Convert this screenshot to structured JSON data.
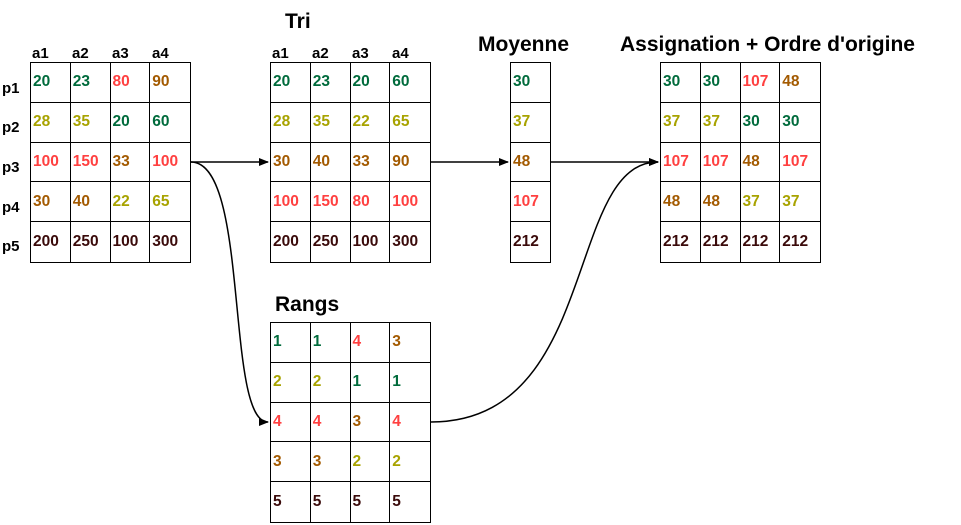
{
  "colors": {
    "k30": "#006b3c",
    "k37": "#a8a300",
    "k48": "#a35a00",
    "k107": "#ff4040",
    "k212": "#3a0a0a",
    "line": "#000000"
  },
  "input": {
    "col_headers": [
      "a1",
      "a2",
      "a3",
      "a4"
    ],
    "row_headers": [
      "p1",
      "p2",
      "p3",
      "p4",
      "p5"
    ],
    "rows": [
      [
        {
          "v": "20",
          "c": "k30"
        },
        {
          "v": "23",
          "c": "k30"
        },
        {
          "v": "80",
          "c": "k107"
        },
        {
          "v": "90",
          "c": "k48"
        }
      ],
      [
        {
          "v": "28",
          "c": "k37"
        },
        {
          "v": "35",
          "c": "k37"
        },
        {
          "v": "20",
          "c": "k30"
        },
        {
          "v": "60",
          "c": "k30"
        }
      ],
      [
        {
          "v": "100",
          "c": "k107"
        },
        {
          "v": "150",
          "c": "k107"
        },
        {
          "v": "33",
          "c": "k48"
        },
        {
          "v": "100",
          "c": "k107"
        }
      ],
      [
        {
          "v": "30",
          "c": "k48"
        },
        {
          "v": "40",
          "c": "k48"
        },
        {
          "v": "22",
          "c": "k37"
        },
        {
          "v": "65",
          "c": "k37"
        }
      ],
      [
        {
          "v": "200",
          "c": "k212"
        },
        {
          "v": "250",
          "c": "k212"
        },
        {
          "v": "100",
          "c": "k212"
        },
        {
          "v": "300",
          "c": "k212"
        }
      ]
    ]
  },
  "sorted": {
    "title": "Tri",
    "col_headers": [
      "a1",
      "a2",
      "a3",
      "a4"
    ],
    "rows": [
      [
        {
          "v": "20",
          "c": "k30"
        },
        {
          "v": "23",
          "c": "k30"
        },
        {
          "v": "20",
          "c": "k30"
        },
        {
          "v": "60",
          "c": "k30"
        }
      ],
      [
        {
          "v": "28",
          "c": "k37"
        },
        {
          "v": "35",
          "c": "k37"
        },
        {
          "v": "22",
          "c": "k37"
        },
        {
          "v": "65",
          "c": "k37"
        }
      ],
      [
        {
          "v": "30",
          "c": "k48"
        },
        {
          "v": "40",
          "c": "k48"
        },
        {
          "v": "33",
          "c": "k48"
        },
        {
          "v": "90",
          "c": "k48"
        }
      ],
      [
        {
          "v": "100",
          "c": "k107"
        },
        {
          "v": "150",
          "c": "k107"
        },
        {
          "v": "80",
          "c": "k107"
        },
        {
          "v": "100",
          "c": "k107"
        }
      ],
      [
        {
          "v": "200",
          "c": "k212"
        },
        {
          "v": "250",
          "c": "k212"
        },
        {
          "v": "100",
          "c": "k212"
        },
        {
          "v": "300",
          "c": "k212"
        }
      ]
    ]
  },
  "mean": {
    "title": "Moyenne",
    "rows": [
      [
        {
          "v": "30",
          "c": "k30"
        }
      ],
      [
        {
          "v": "37",
          "c": "k37"
        }
      ],
      [
        {
          "v": "48",
          "c": "k48"
        }
      ],
      [
        {
          "v": "107",
          "c": "k107"
        }
      ],
      [
        {
          "v": "212",
          "c": "k212"
        }
      ]
    ]
  },
  "assign": {
    "title": "Assignation + Ordre d'origine",
    "rows": [
      [
        {
          "v": "30",
          "c": "k30"
        },
        {
          "v": "30",
          "c": "k30"
        },
        {
          "v": "107",
          "c": "k107"
        },
        {
          "v": "48",
          "c": "k48"
        }
      ],
      [
        {
          "v": "37",
          "c": "k37"
        },
        {
          "v": "37",
          "c": "k37"
        },
        {
          "v": "30",
          "c": "k30"
        },
        {
          "v": "30",
          "c": "k30"
        }
      ],
      [
        {
          "v": "107",
          "c": "k107"
        },
        {
          "v": "107",
          "c": "k107"
        },
        {
          "v": "48",
          "c": "k48"
        },
        {
          "v": "107",
          "c": "k107"
        }
      ],
      [
        {
          "v": "48",
          "c": "k48"
        },
        {
          "v": "48",
          "c": "k48"
        },
        {
          "v": "37",
          "c": "k37"
        },
        {
          "v": "37",
          "c": "k37"
        }
      ],
      [
        {
          "v": "212",
          "c": "k212"
        },
        {
          "v": "212",
          "c": "k212"
        },
        {
          "v": "212",
          "c": "k212"
        },
        {
          "v": "212",
          "c": "k212"
        }
      ]
    ]
  },
  "ranks": {
    "title": "Rangs",
    "rows": [
      [
        {
          "v": "1",
          "c": "k30"
        },
        {
          "v": "1",
          "c": "k30"
        },
        {
          "v": "4",
          "c": "k107"
        },
        {
          "v": "3",
          "c": "k48"
        }
      ],
      [
        {
          "v": "2",
          "c": "k37"
        },
        {
          "v": "2",
          "c": "k37"
        },
        {
          "v": "1",
          "c": "k30"
        },
        {
          "v": "1",
          "c": "k30"
        }
      ],
      [
        {
          "v": "4",
          "c": "k107"
        },
        {
          "v": "4",
          "c": "k107"
        },
        {
          "v": "3",
          "c": "k48"
        },
        {
          "v": "4",
          "c": "k107"
        }
      ],
      [
        {
          "v": "3",
          "c": "k48"
        },
        {
          "v": "3",
          "c": "k48"
        },
        {
          "v": "2",
          "c": "k37"
        },
        {
          "v": "2",
          "c": "k37"
        }
      ],
      [
        {
          "v": "5",
          "c": "k212"
        },
        {
          "v": "5",
          "c": "k212"
        },
        {
          "v": "5",
          "c": "k212"
        },
        {
          "v": "5",
          "c": "k212"
        }
      ]
    ]
  }
}
